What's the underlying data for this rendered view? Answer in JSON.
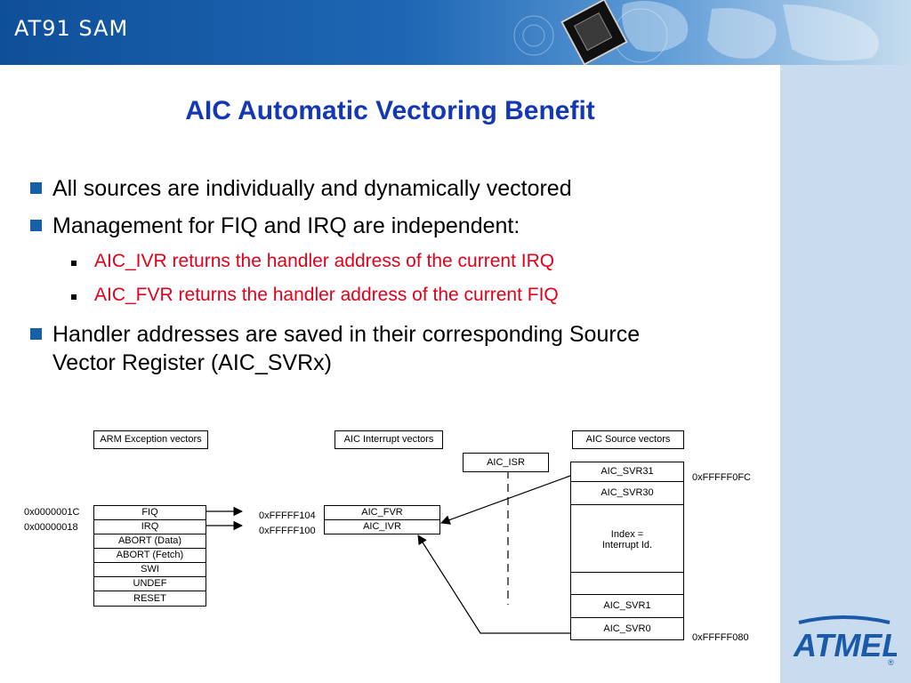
{
  "header": {
    "brand": "AT91 SAM"
  },
  "title": "AIC Automatic Vectoring Benefit",
  "bullets": {
    "b1": "All sources are individually and dynamically vectored",
    "b2": "Management for FIQ and IRQ are independent:",
    "s1": "AIC_IVR returns the handler address of the current IRQ",
    "s2": "AIC_FVR returns the handler address of the current FIQ",
    "b3_line1": "Handler addresses are saved in their corresponding Source",
    "b3_line2": "Vector Register (AIC_SVRx)"
  },
  "diagram": {
    "arm_header": "ARM Exception vectors",
    "aic_header": "AIC Interrupt vectors",
    "src_header": "AIC Source vectors",
    "isr": "AIC_ISR",
    "addr_fiq": "0x0000001C",
    "addr_irq": "0x00000018",
    "arm_rows": [
      "FIQ",
      "IRQ",
      "ABORT (Data)",
      "ABORT (Fetch)",
      "SWI",
      "UNDEF",
      "RESET"
    ],
    "aic_addr_fvr": "0xFFFFF104",
    "aic_addr_ivr": "0xFFFFF100",
    "aic_fvr": "AIC_FVR",
    "aic_ivr": "AIC_IVR",
    "svr31": "AIC_SVR31",
    "svr30": "AIC_SVR30",
    "index_line1": "Index =",
    "index_line2": "Interrupt Id.",
    "svr1": "AIC_SVR1",
    "svr0": "AIC_SVR0",
    "addr_top": "0xFFFFF0FC",
    "addr_bottom": "0xFFFFF080"
  },
  "logo": {
    "text": "ATMEL",
    "reg": "®"
  },
  "colors": {
    "title": "#1438b4",
    "sub_bullets": "#e3001b",
    "bullet_square": "#1660a8",
    "header": "#1e67b4",
    "right_panel": "#c9dbef",
    "logo": "#1a5aa8"
  }
}
